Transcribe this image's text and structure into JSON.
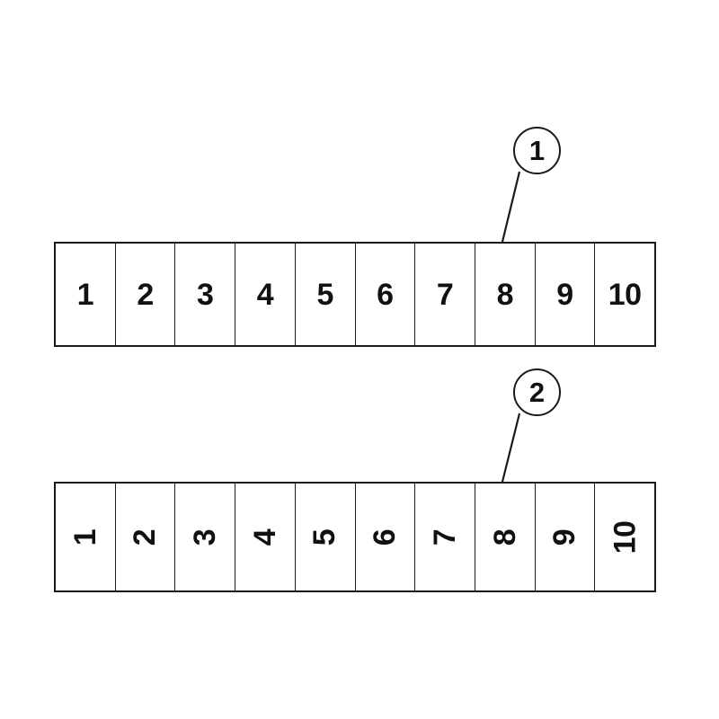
{
  "diagram": {
    "title": "Numbered strip orientation diagram",
    "background_color": "#ffffff",
    "line_color": "#1a1a1a",
    "text_color": "#111111"
  },
  "strips": [
    {
      "name": "horizontal-text-strip",
      "orientation": "upright",
      "cells": [
        "1",
        "2",
        "3",
        "4",
        "5",
        "6",
        "7",
        "8",
        "9",
        "10"
      ]
    },
    {
      "name": "rotated-text-strip",
      "orientation": "rotated-90-ccw",
      "cells": [
        "1",
        "2",
        "3",
        "4",
        "5",
        "6",
        "7",
        "8",
        "9",
        "10"
      ]
    }
  ],
  "callouts": [
    {
      "name": "callout-1",
      "label": "1"
    },
    {
      "name": "callout-2",
      "label": "2"
    }
  ]
}
